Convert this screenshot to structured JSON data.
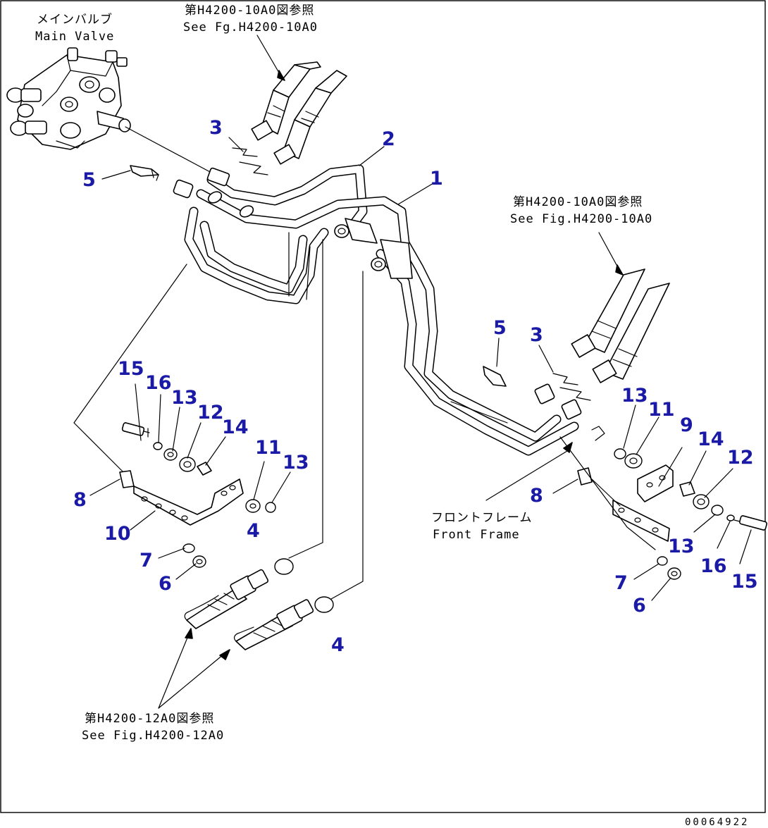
{
  "notes": {
    "main_valve_jp": "メインバルブ",
    "main_valve_en": "Main Valve",
    "ref_top_jp": "第H4200-10A0図参照",
    "ref_top_en": "See Fg.H4200-10A0",
    "ref_right_jp": "第H4200-10A0図参照",
    "ref_right_en": "See Fig.H4200-10A0",
    "front_frame_jp": "フロントフレーム",
    "front_frame_en": "Front Frame",
    "ref_bottom_jp": "第H4200-12A0図参照",
    "ref_bottom_en": "See Fig.H4200-12A0"
  },
  "drawing_code": "00064922",
  "callout_color": "#1a1aa6",
  "callouts": {
    "c1": "1",
    "c2": "2",
    "c3a": "3",
    "c3b": "3",
    "c4a": "4",
    "c4b": "4",
    "c5a": "5",
    "c5b": "5",
    "c6a": "6",
    "c6b": "6",
    "c7a": "7",
    "c7b": "7",
    "c8a": "8",
    "c8b": "8",
    "c9": "9",
    "c10": "10",
    "c11a": "11",
    "c11b": "11",
    "c12a": "12",
    "c12b": "12",
    "c13a": "13",
    "c13b": "13",
    "c13c": "13",
    "c13d": "13",
    "c14a": "14",
    "c14b": "14",
    "c15a": "15",
    "c15b": "15",
    "c16a": "16",
    "c16b": "16"
  }
}
